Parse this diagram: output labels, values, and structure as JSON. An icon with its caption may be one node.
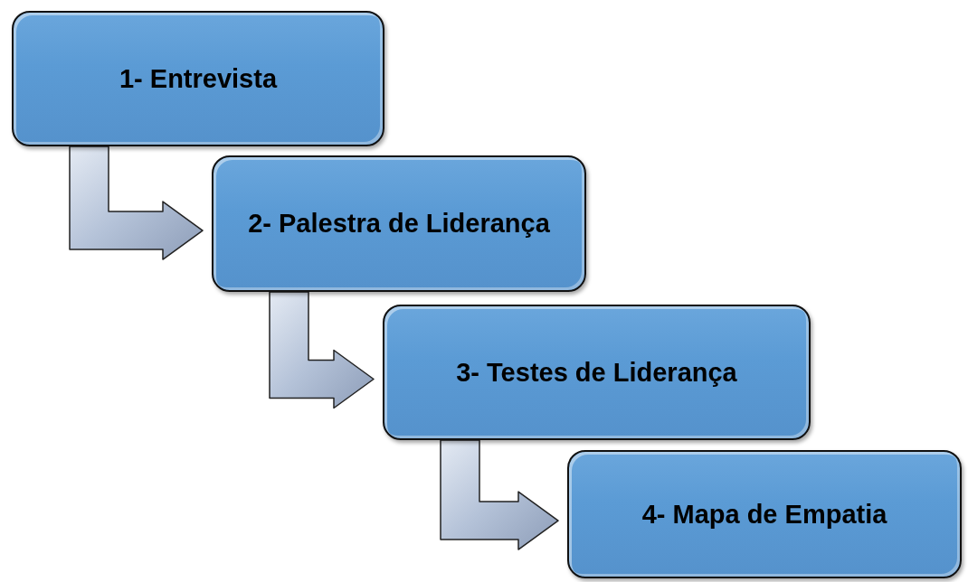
{
  "diagram": {
    "nodes": [
      {
        "text": [
          "1- Entrevista"
        ]
      },
      {
        "text": [
          "2- Palestra de Liderança"
        ]
      },
      {
        "text": [
          "3- Testes de Liderança"
        ]
      },
      {
        "text": [
          "4- Mapa de Empatia"
        ]
      }
    ],
    "edges": [
      {
        "from": 0,
        "to": 1,
        "arrow": "to"
      },
      {
        "from": 1,
        "to": 2,
        "arrow": "to"
      },
      {
        "from": 2,
        "to": 3,
        "arrow": "to"
      }
    ]
  }
}
